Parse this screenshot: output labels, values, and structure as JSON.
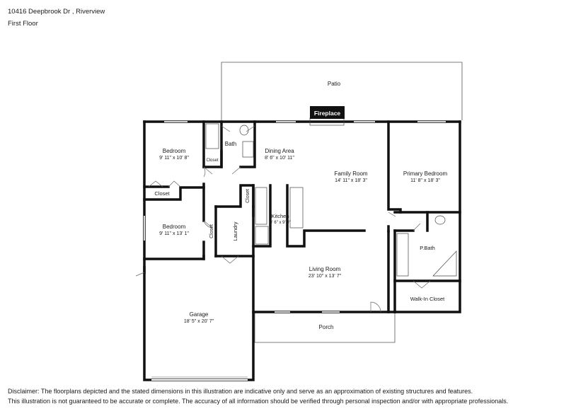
{
  "header": {
    "address": "10416 Deepbrook Dr , Riverview",
    "floor": "First Floor"
  },
  "rooms": {
    "patio": {
      "name": "Patio"
    },
    "fireplace": {
      "name": "Fireplace"
    },
    "bath": {
      "name": "Bath"
    },
    "bedroom1": {
      "name": "Bedroom",
      "dims": "9' 11\" x 10' 8\""
    },
    "closet_small": {
      "name": "Closet"
    },
    "closet_bed1": {
      "name": "Closet"
    },
    "dining": {
      "name": "Dining Area",
      "dims": "8' 6\" x 10' 11\""
    },
    "family": {
      "name": "Family Room",
      "dims": "14' 11\" x 18' 3\""
    },
    "primary": {
      "name": "Primary Bedroom",
      "dims": "11' 8\" x 18' 3\""
    },
    "closet_hall": {
      "name": "Closet"
    },
    "kitchen": {
      "name": "Kitchen",
      "dims": "8' 6\" x 9' 9\""
    },
    "bedroom2": {
      "name": "Bedroom",
      "dims": "9' 11\" x 13' 1\""
    },
    "closet_bed2": {
      "name": "Closet"
    },
    "laundry": {
      "name": "Laundry"
    },
    "pbath": {
      "name": "P.Bath"
    },
    "living": {
      "name": "Living Room",
      "dims": "23' 10\" x 13' 7\""
    },
    "garage": {
      "name": "Garage",
      "dims": "18' 5\" x 20' 7\""
    },
    "walkin": {
      "name": "Walk-In Closet"
    },
    "porch": {
      "name": "Porch"
    }
  },
  "disclaimer": {
    "line1": "Disclaimer: The floorplans depicted and the stated dimensions in this illustration are indicative only and serve as an approximation of existing structures and features.",
    "line2": "This illustration is not guaranteed to be accurate or complete. The accuracy of all information should be verified through personal inspection and/or with appropriate professionals."
  }
}
